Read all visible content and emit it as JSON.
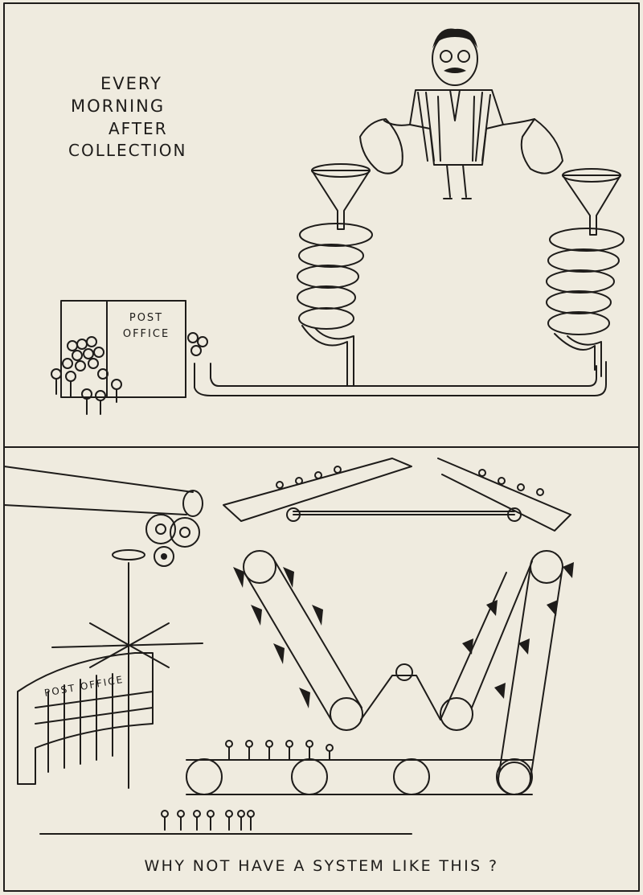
{
  "top_panel": {
    "heading_lines": [
      "EVERY",
      "MORNING",
      "AFTER",
      "COLLECTION"
    ],
    "building_label_lines": [
      "POST",
      "OFFICE"
    ]
  },
  "bottom_panel": {
    "building_sign": "POST OFFICE",
    "caption": "WHY NOT HAVE A SYSTEM LIKE THIS ?"
  },
  "colors": {
    "paper": "#efebdf",
    "ink": "#1e1c1a"
  }
}
